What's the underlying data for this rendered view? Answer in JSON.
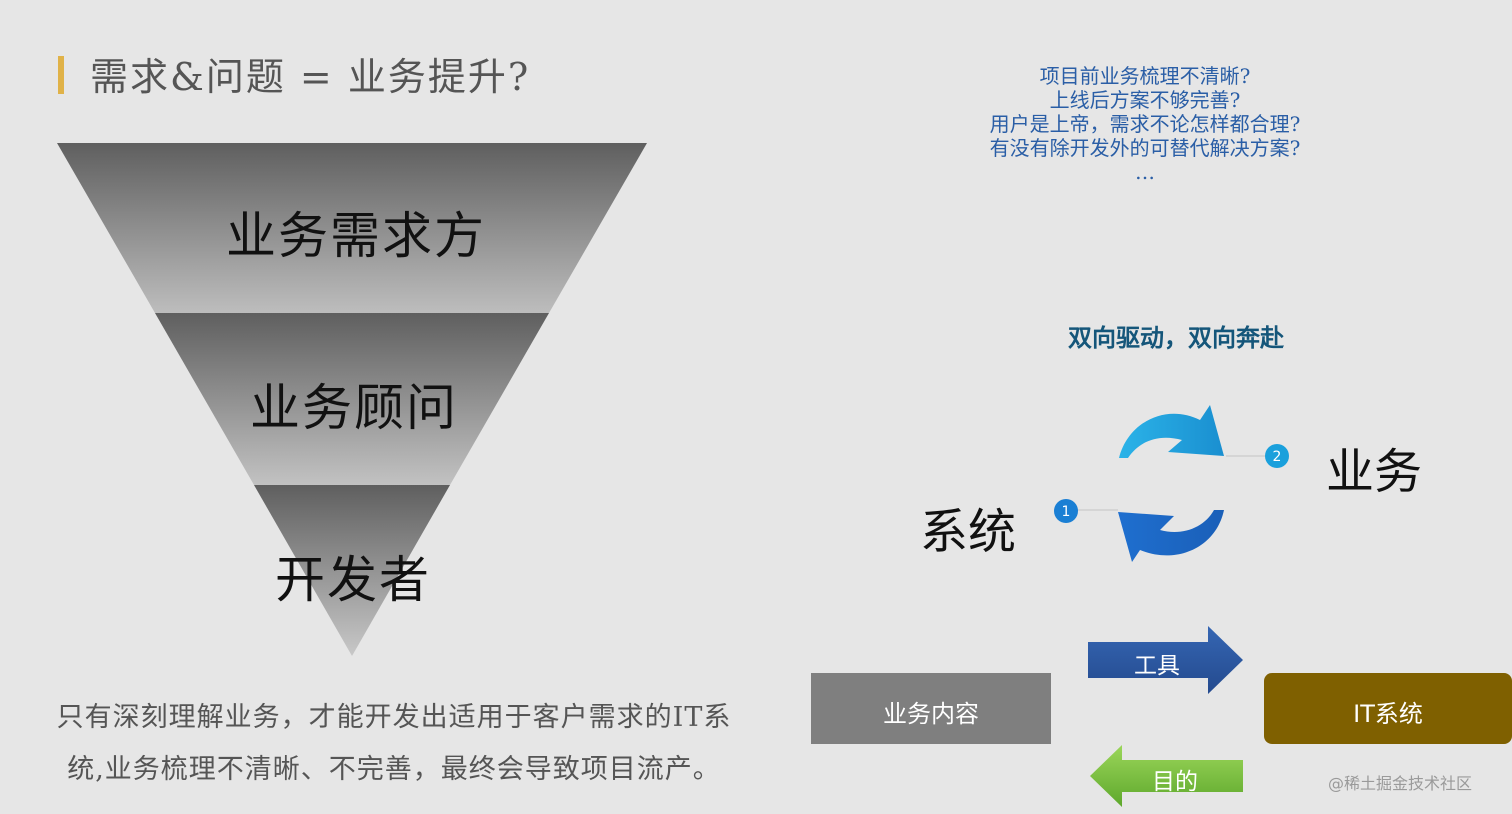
{
  "header": {
    "title": "需求&问题 = 业务提升?"
  },
  "funnel": {
    "layers": [
      {
        "label": "业务需求方"
      },
      {
        "label": "业务顾问"
      },
      {
        "label": "开发者"
      }
    ]
  },
  "summary": {
    "line1": "只有深刻理解业务，才能开发出适用于客户需求的IT系",
    "line2": "统,业务梳理不清晰、不完善，最终会导致项目流产。"
  },
  "questions": {
    "items": [
      "项目前业务梳理不清晰?",
      "上线后方案不够完善?",
      "用户是上帝，需求不论怎样都合理?",
      "有没有除开发外的可替代解决方案?",
      "…"
    ]
  },
  "cycle": {
    "slogan": "双向驱动，双向奔赴",
    "left_label": "系统",
    "right_label": "业务",
    "badge_1": "1",
    "badge_2": "2"
  },
  "flow": {
    "business_content": "业务内容",
    "it_system": "IT系统",
    "tool_arrow": "工具",
    "goal_arrow": "目的"
  },
  "watermark": "@稀土掘金技术社区",
  "colors": {
    "background": "#e6e6e6",
    "title_bar": "#e0b248",
    "question_text": "#2a5ea6",
    "slogan_text": "#15567a",
    "cycle_arrow_light": "#1aa0dc",
    "cycle_arrow_dark": "#1565c0",
    "business_box": "#7f7f7f",
    "it_box": "#7f6000",
    "tool_arrow": "#2e56a0",
    "goal_arrow": "#7ac143"
  }
}
